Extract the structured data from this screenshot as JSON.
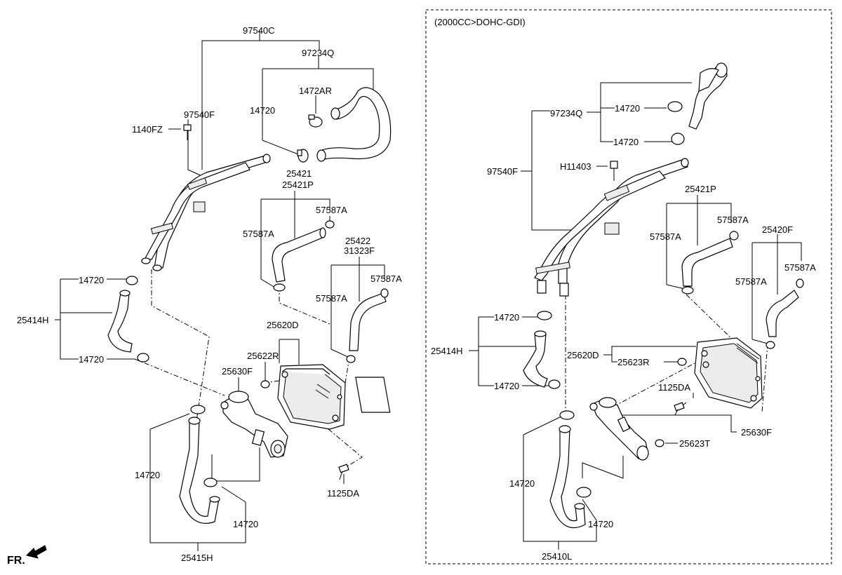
{
  "left_group": {
    "labels": {
      "l97540C": "97540C",
      "l97234Q": "97234Q",
      "l1472AR": "1472AR",
      "l14720_top": "14720",
      "l97540F": "97540F",
      "l1140FZ": "1140FZ",
      "l25421": "25421",
      "l25421P": "25421P",
      "l57587A_a": "57587A",
      "l57587A_b": "57587A",
      "l25422": "25422",
      "l31323F": "31323F",
      "l57587A_c": "57587A",
      "l57587A_d": "57587A",
      "l14720_up": "14720",
      "l25414H": "25414H",
      "l14720_low": "14720",
      "l25620D": "25620D",
      "l25622R": "25622R",
      "l25630F": "25630F",
      "l14720_mid": "14720",
      "l14720_bot": "14720",
      "l25415H": "25415H",
      "l1125DA": "1125DA"
    }
  },
  "right_group": {
    "variant_title": "(2000CC>DOHC-GDI)",
    "labels": {
      "r97234Q": "97234Q",
      "r14720_a": "14720",
      "r14720_b": "14720",
      "r97540F": "97540F",
      "rH11403": "H11403",
      "r25421P": "25421P",
      "r57587A_a": "57587A",
      "r57587A_b": "57587A",
      "r25420F": "25420F",
      "r57587A_c": "57587A",
      "r57587A_d": "57587A",
      "r14720_up": "14720",
      "r25414H": "25414H",
      "r14720_low": "14720",
      "r25620D": "25620D",
      "r25623R": "25623R",
      "r1125DA": "1125DA",
      "r25630F": "25630F",
      "r25623T": "25623T",
      "r14720_mid": "14720",
      "r14720_bot": "14720",
      "r25410L": "25410L"
    }
  },
  "direction_marker": "FR."
}
